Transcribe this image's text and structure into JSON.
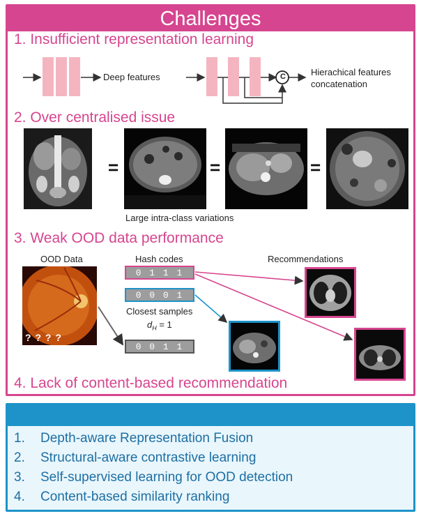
{
  "challenges": {
    "header": "Challenges",
    "s1": {
      "title": "1. Insufficient representation learning",
      "deep_label": "Deep features",
      "hier_label_line1": "Hierachical features",
      "hier_label_line2": "concatenation",
      "concat_symbol": "C"
    },
    "s2": {
      "title": "2. Over centralised issue",
      "equals": "=",
      "caption": "Large intra-class variations"
    },
    "s3": {
      "title": "3. Weak OOD data performance",
      "ood_label": "OOD Data",
      "ood_marks": "? ? ? ?",
      "hash_label": "Hash codes",
      "rec_label": "Recommendations",
      "hash1": "0 1 1 1",
      "hash2": "0 0 0 1",
      "hash3": "0 0 1 1",
      "closest_label": "Closest samples",
      "dh_label": "d",
      "dh_sub": "H",
      "dh_value": " = 1"
    },
    "s4": {
      "title": "4. Lack of content-based recommendation"
    }
  },
  "solutions": {
    "items": [
      {
        "num": "1.",
        "text": "Depth-aware Representation Fusion"
      },
      {
        "num": "2.",
        "text": "Structural-aware contrastive learning"
      },
      {
        "num": "3.",
        "text": "Self-supervised learning for OOD detection"
      },
      {
        "num": "4.",
        "text": "Content-based similarity ranking"
      }
    ]
  },
  "colors": {
    "pink_accent": "#d6458f",
    "blue_accent": "#1d93c9",
    "block_pink": "#f4b5c1",
    "hash_gray": "#9d9d9d"
  }
}
